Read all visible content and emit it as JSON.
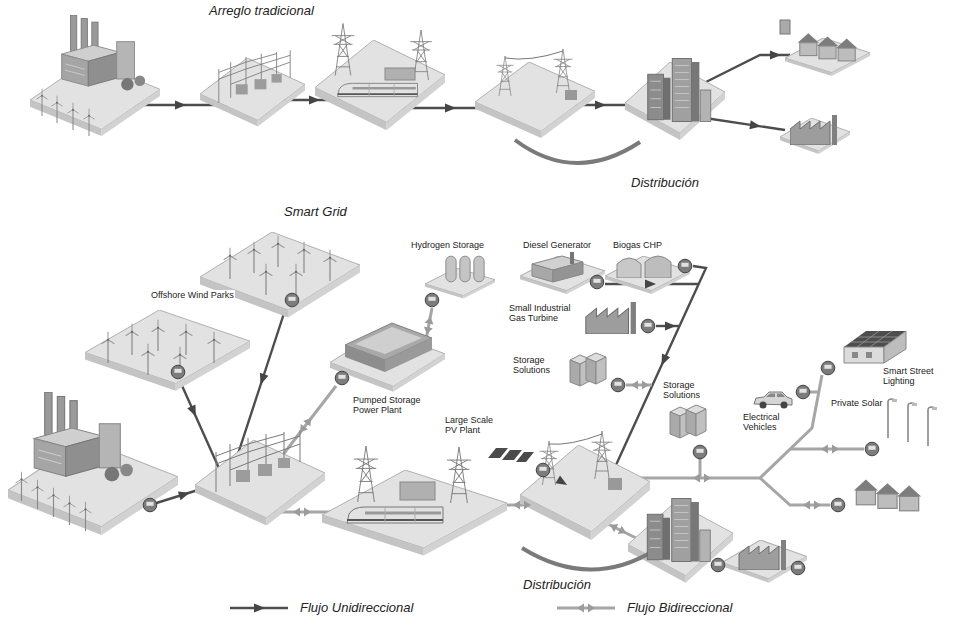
{
  "diagram": {
    "labels": [
      "Arreglo tradicional",
      "Distribución",
      "Smart Grid",
      "Offshore Wind Parks",
      "Hydrogen Storage",
      "Diesel Generator",
      "Biogas CHP",
      "Small Industrial Gas Turbine",
      "Storage Solutions",
      "Pumped Storage Power Plant",
      "Large Scale PV Plant",
      "Storage Solutions",
      "Private Solar",
      "Electrical Vehicles",
      "Smart Street Lighting",
      "Distribución"
    ],
    "legend": [
      {
        "text": "Flujo Unidireccional"
      },
      {
        "text": "Flujo Bidireccional"
      }
    ]
  }
}
